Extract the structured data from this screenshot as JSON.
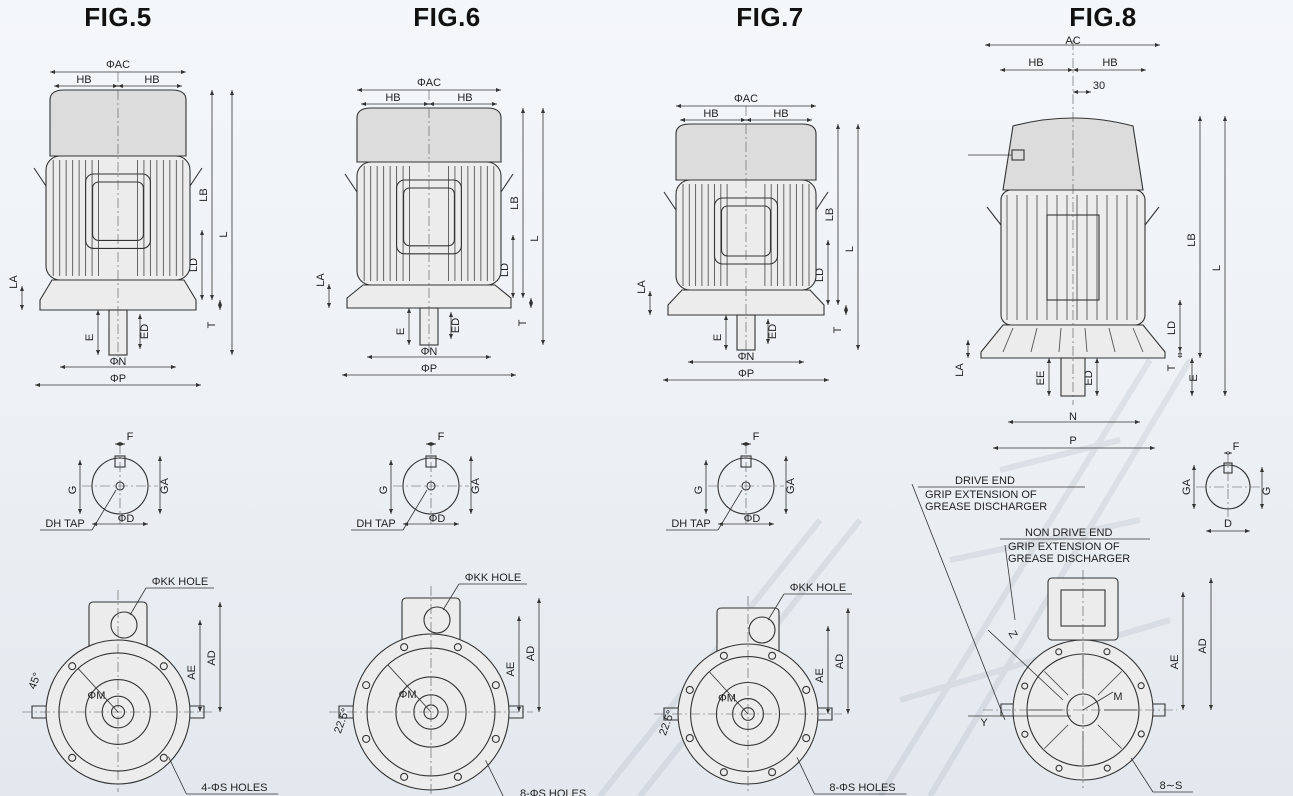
{
  "figures": [
    {
      "title": "FIG.5",
      "labels": {
        "ac": "ΦAC",
        "hb_left": "HB",
        "hb_right": "HB",
        "lb": "LB",
        "l": "L",
        "ld": "LD",
        "la": "LA",
        "t": "T",
        "e": "E",
        "ed": "ED",
        "n": "ΦN",
        "p": "ΦP",
        "f": "F",
        "g": "G",
        "ga": "GA",
        "dh_tap": "DH TAP",
        "d": "ΦD",
        "kk_hole": "ΦKK HOLE",
        "ae": "AE",
        "ad": "AD",
        "m": "ΦM",
        "angle": "45°",
        "holes": "4-ΦS HOLES"
      }
    },
    {
      "title": "FIG.6",
      "labels": {
        "ac": "ΦAC",
        "hb_left": "HB",
        "hb_right": "HB",
        "lb": "LB",
        "l": "L",
        "ld": "LD",
        "la": "LA",
        "t": "T",
        "e": "E",
        "ed": "ED",
        "n": "ΦN",
        "p": "ΦP",
        "f": "F",
        "g": "G",
        "ga": "GA",
        "dh_tap": "DH TAP",
        "d": "ΦD",
        "kk_hole": "ΦKK HOLE",
        "ae": "AE",
        "ad": "AD",
        "m": "ΦM",
        "angle": "22.5°",
        "holes": "8-ΦS HOLES"
      }
    },
    {
      "title": "FIG.7",
      "labels": {
        "ac": "ΦAC",
        "hb_left": "HB",
        "hb_right": "HB",
        "lb": "LB",
        "l": "L",
        "ld": "LD",
        "la": "LA",
        "t": "T",
        "e": "E",
        "ed": "ED",
        "n": "ΦN",
        "p": "ΦP",
        "f": "F",
        "g": "G",
        "ga": "GA",
        "dh_tap": "DH TAP",
        "d": "ΦD",
        "kk_hole": "ΦKK HOLE",
        "ae": "AE",
        "ad": "AD",
        "m": "ΦM",
        "angle": "22.5°",
        "holes": "8-ΦS HOLES"
      }
    },
    {
      "title": "FIG.8",
      "labels": {
        "ac": "AC",
        "hb_left": "HB",
        "hb_right": "HB",
        "offset": "30",
        "lb": "LB",
        "l": "L",
        "ld": "LD",
        "la": "LA",
        "t": "T",
        "e": "E",
        "ee": "EE",
        "ed": "ED",
        "n": "N",
        "p": "P",
        "f": "F",
        "g": "G",
        "ga": "GA",
        "d": "D",
        "drive_end_1": "DRIVE  END",
        "drive_end_2": "GRIP  EXTENSION OF",
        "drive_end_3": "GREASE  DISCHARGER",
        "non_drive_end_1": "NON  DRIVE  END",
        "non_drive_end_2": "GRIP  EXTENSION OF",
        "non_drive_end_3": "GREASE  DISCHARGER",
        "ae": "AE",
        "ad": "AD",
        "m": "M",
        "z": "Z",
        "y": "Y",
        "holes": "8∼S"
      }
    }
  ]
}
